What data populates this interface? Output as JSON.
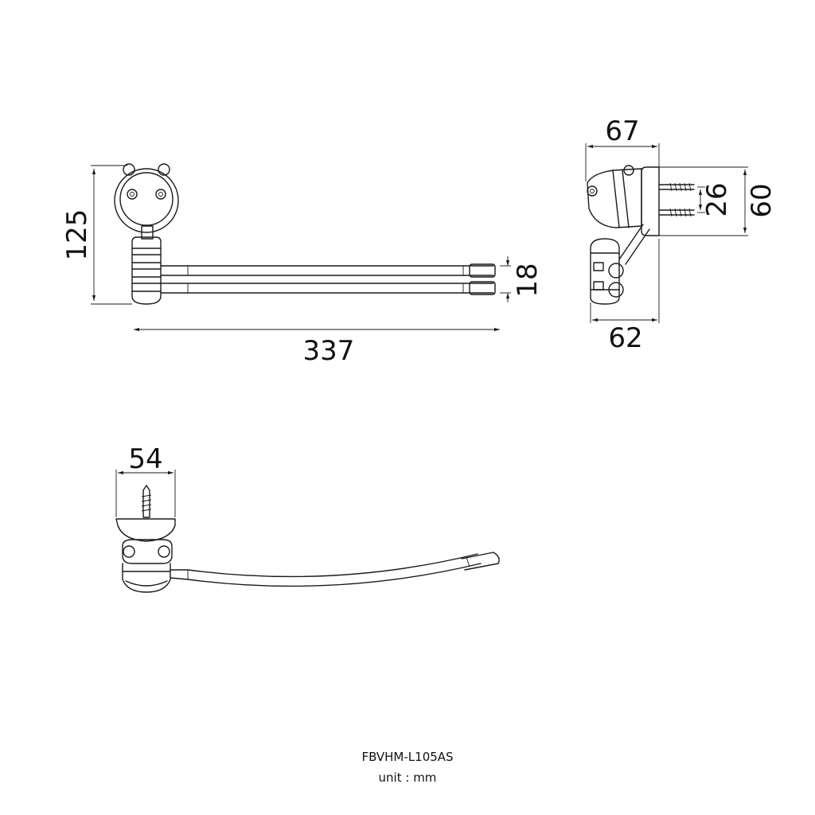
{
  "dimensions": {
    "height_front": "125",
    "width_front": "337",
    "bar_gap": "18",
    "depth_top": "67",
    "screw_spacing": "26",
    "height_side": "60",
    "depth_bottom": "62",
    "plan_width": "54"
  },
  "caption": {
    "model": "FBVHM-L105AS",
    "unit": "unit : mm"
  }
}
